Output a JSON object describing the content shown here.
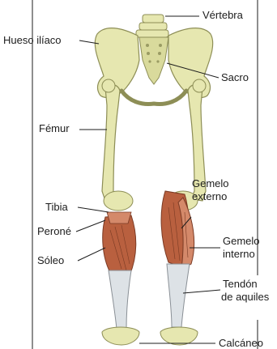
{
  "labels": {
    "vertebra": "Vértebra",
    "hueso_iliaco": "Hueso ilíaco",
    "sacro": "Sacro",
    "femur": "Fémur",
    "gemelo_externo_1": "Gemelo",
    "gemelo_externo_2": "externo",
    "tibia": "Tibia",
    "perone": "Peroné",
    "gemelo_interno_1": "Gemelo",
    "gemelo_interno_2": "interno",
    "soleo": "Sóleo",
    "tendon_1": "Tendón",
    "tendon_2": "de aquiles",
    "calcaneo": "Calcáneo"
  },
  "colors": {
    "bone": "#e6e7b0",
    "bone_shadow": "#b6b77a",
    "muscle": "#b9603f",
    "muscle_light": "#d4896a",
    "tendon": "#dde2e6",
    "line": "#1c1c1c",
    "background": "#ffffff"
  }
}
